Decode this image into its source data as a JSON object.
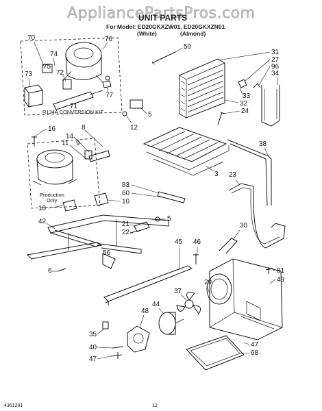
{
  "watermark": "AppliancePartsPros.com",
  "header": {
    "title": "UNIT PARTS",
    "model_line": "For Model: ED20GKXZW01, ED20GKXZN01",
    "color_white": "(White)",
    "color_almond": "(Almond)"
  },
  "notes": {
    "conversion_kit": "R134A CONVERSION KIT",
    "production_only_1": "Production",
    "production_only_2": "Only"
  },
  "callouts": {
    "c70": "70",
    "c74": "74",
    "c76": "76",
    "c75": "75",
    "c72": "72",
    "c73": "73",
    "c77": "77",
    "c71": "71",
    "c50": "50",
    "c31": "31",
    "c27": "27",
    "c96": "96",
    "c34": "34",
    "c33": "33",
    "c32": "32",
    "c24": "24",
    "c16": "16",
    "c8": "8",
    "c14": "14",
    "c9": "9",
    "c11": "11",
    "c12": "12",
    "c5a": "5",
    "c38": "38",
    "c3": "3",
    "c23": "23",
    "c83": "83",
    "c60": "60",
    "c10": "10",
    "c18": "18",
    "c42": "42",
    "c21": "21",
    "c22": "22",
    "c5b": "5",
    "c30": "30",
    "c45": "45",
    "c46": "46",
    "c56": "56",
    "c6": "6",
    "c81": "81",
    "c49": "49",
    "c29": "29",
    "c37": "37",
    "c44": "44",
    "c48": "48",
    "c35": "35",
    "c40": "40",
    "c47a": "47",
    "c47b": "47",
    "c68": "68"
  },
  "footer": {
    "doc_number": "4361201",
    "page_number": "12"
  }
}
